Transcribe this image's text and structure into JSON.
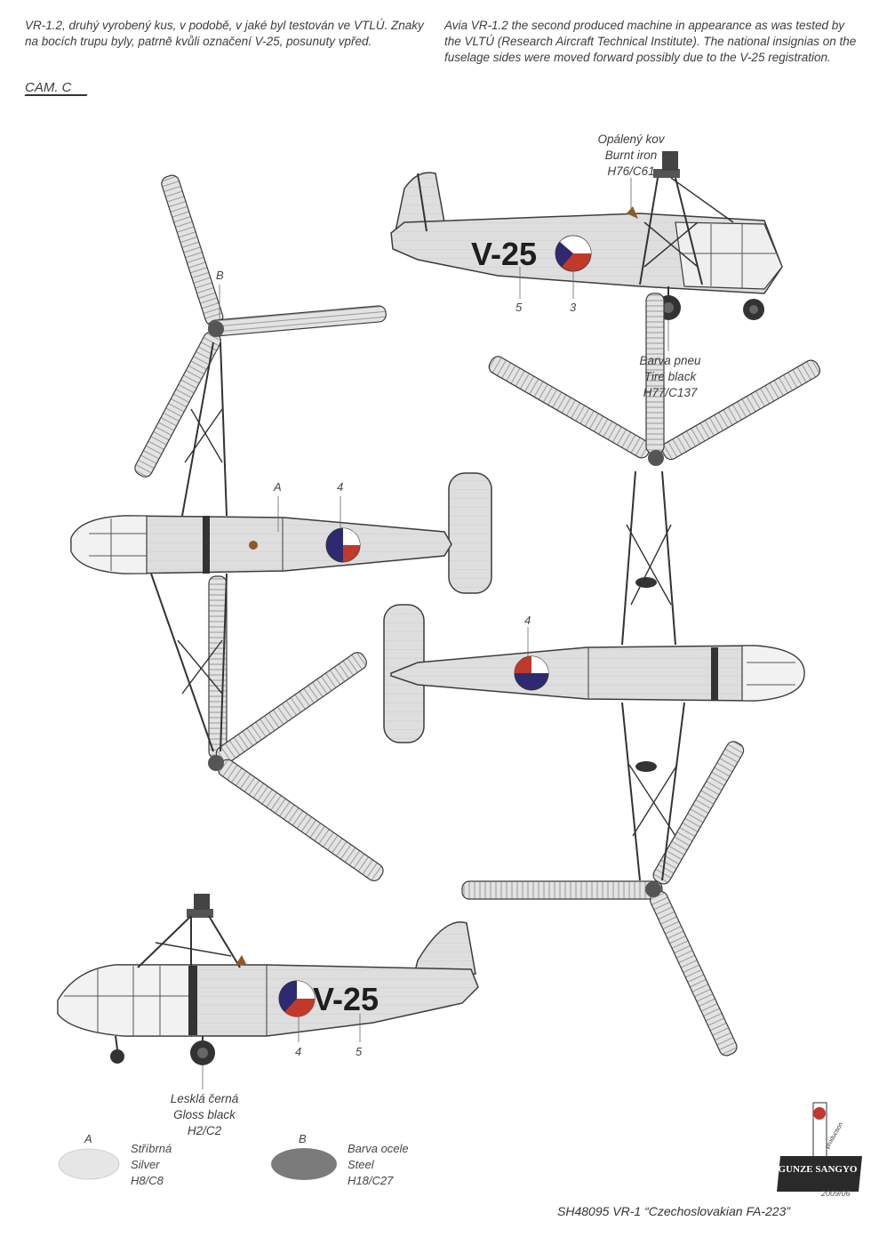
{
  "intro": {
    "cz": "VR-1.2, druhý vyrobený kus, v podobě, v jaké byl testován ve VTLÚ. Znaky na bocích trupu byly, patrně kvůli označení V-25, posunuty vpřed.",
    "en": "Avia VR-1.2 the second produced machine in appearance as was tested by the VLTÚ (Research Aircraft Technical Institute). The national insignias on the fuselage sides were moved forward possibly due to the V-25 registration."
  },
  "camo_label": "CAM. C",
  "registration": "V-25",
  "callouts": {
    "burnt_iron": {
      "cz": "Opálený kov",
      "en": "Burnt iron",
      "code": "H76/C61"
    },
    "tire_black": {
      "cz": "Barva pneu",
      "en": "Tire black",
      "code": "H77/C137"
    },
    "gloss_black": {
      "cz": "Lesklá černá",
      "en": "Gloss black",
      "code": "H2/C2"
    }
  },
  "markers": {
    "top_side": {
      "n5": "5",
      "n3": "3"
    },
    "plan_top": {
      "b": "B",
      "a": "A",
      "n4": "4"
    },
    "plan_bottom": {
      "n4": "4"
    },
    "bottom_side": {
      "n4": "4",
      "n5": "5"
    }
  },
  "legend": [
    {
      "letter": "A",
      "cz": "Stříbrná",
      "en": "Silver",
      "code": "H8/C8",
      "color": "#e6e6e6"
    },
    {
      "letter": "B",
      "cz": "Barva ocele",
      "en": "Steel",
      "code": "H18/C27",
      "color": "#7b7b7b"
    }
  ],
  "logo": {
    "brand": "GUNZE SANGYO",
    "sub": "production"
  },
  "date": "2009/06",
  "footer": "SH48095 VR-1 “Czechoslovakian FA-223”",
  "colors": {
    "silver": "#dcdcdc",
    "steel": "#7b7b7b",
    "roundel_blue": "#2d2a72",
    "roundel_red": "#c0392b",
    "outline": "#3c3c3c"
  }
}
